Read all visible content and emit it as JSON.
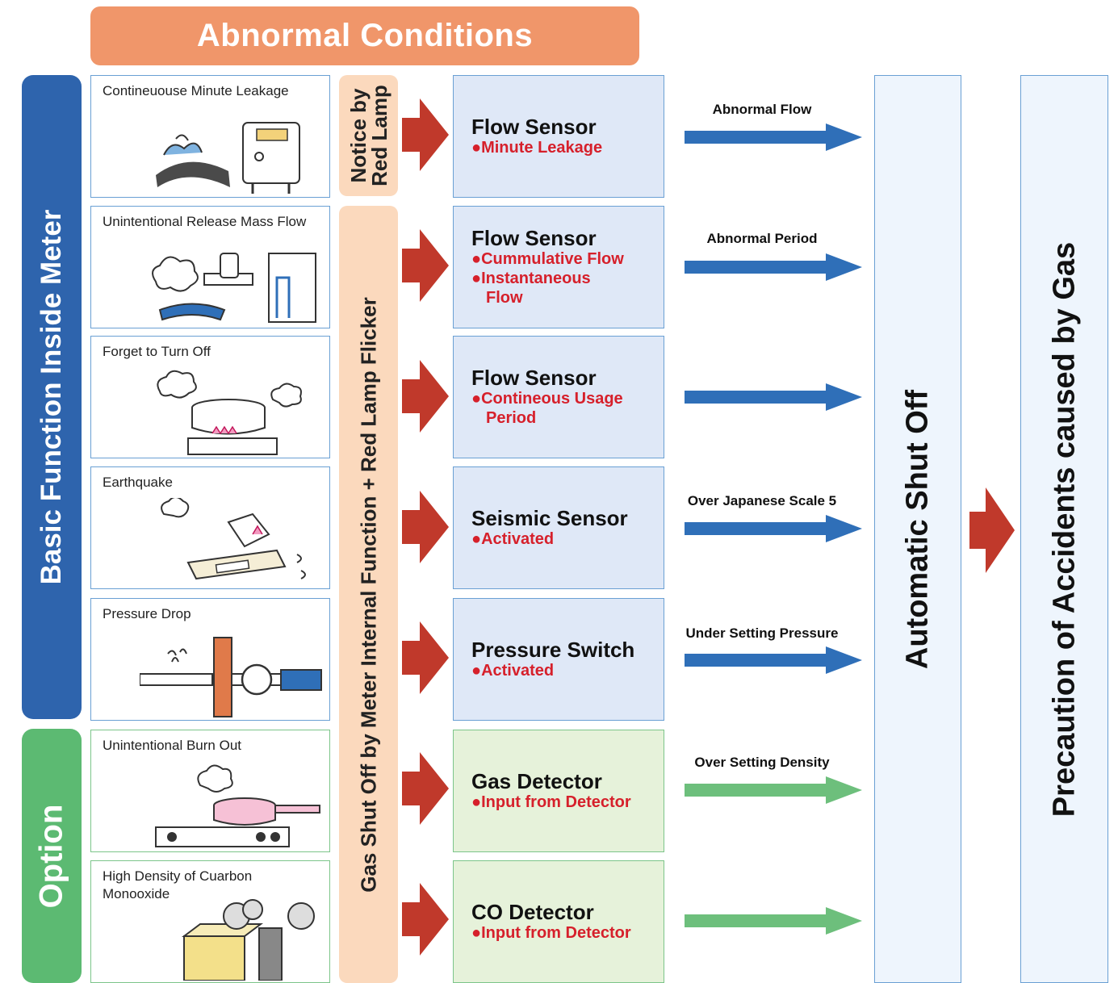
{
  "header": {
    "title": "Abnormal Conditions"
  },
  "side_labels": {
    "basic": "Basic Function Inside Meter",
    "option": "Option",
    "notice": "Notice by Red Lamp",
    "shutoff": "Gas Shut Off by Meter Internal Function + Red Lamp Flicker"
  },
  "conditions": [
    {
      "label": "Contineuouse Minute Leakage"
    },
    {
      "label": "Unintentional Release Mass Flow"
    },
    {
      "label": "Forget to Turn Off"
    },
    {
      "label": "Earthquake"
    },
    {
      "label": "Pressure Drop"
    },
    {
      "label": "Unintentional Burn Out"
    },
    {
      "label": "High Density of Cuarbon Monooxide"
    }
  ],
  "sensors": [
    {
      "title": "Flow Sensor",
      "details": [
        "●Minute Leakage"
      ]
    },
    {
      "title": "Flow Sensor",
      "details": [
        "●Cummulative Flow",
        "●Instantaneous",
        "Flow"
      ]
    },
    {
      "title": "Flow Sensor",
      "details": [
        "●Contineous Usage",
        "Period"
      ]
    },
    {
      "title": "Seismic Sensor",
      "details": [
        "●Activated"
      ]
    },
    {
      "title": "Pressure Switch",
      "details": [
        "●Activated"
      ]
    },
    {
      "title": "Gas Detector",
      "details": [
        "●Input from Detector"
      ]
    },
    {
      "title": "CO Detector",
      "details": [
        "●Input from Detector"
      ]
    }
  ],
  "arrow_labels": [
    "Abnormal Flow",
    "Abnormal Period",
    "",
    "Over Japanese Scale 5",
    "Under Setting Pressure",
    "Over Setting Density",
    ""
  ],
  "outcomes": {
    "shutoff": "Automatic Shut Off",
    "result": "Precaution of Accidents caused by Gas"
  },
  "colors": {
    "banner": "#f0966a",
    "basic": "#2e64ad",
    "option": "#5cba72",
    "red_arrow": "#c0392b",
    "blue_arrow": "#2f6fb8",
    "green_arrow": "#6dbf7c",
    "detail_text": "#d6202b"
  },
  "icons": [
    "leaking-pipe-icon",
    "hose-release-icon",
    "boiling-pot-icon",
    "shaking-stove-icon",
    "broken-pipe-icon",
    "burning-pan-icon",
    "smoking-heater-icon"
  ]
}
